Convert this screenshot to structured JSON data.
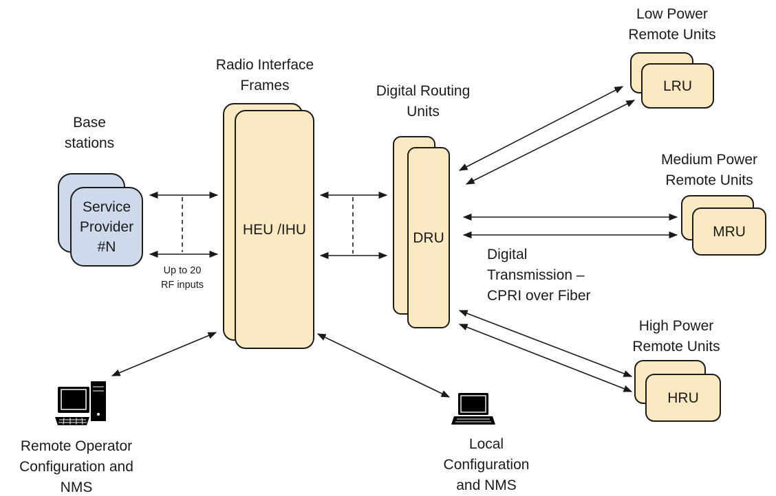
{
  "labels": {
    "base_stations": "Base\nstations",
    "radio_interface_frames": "Radio Interface\nFrames",
    "digital_routing_units": "Digital Routing\nUnits",
    "low_power": "Low Power\nRemote Units",
    "medium_power": "Medium Power\nRemote Units",
    "high_power": "High Power\nRemote Units",
    "rf_inputs": "Up to 20\nRF inputs",
    "digital_transmission": "Digital\nTransmission –\nCPRI over Fiber",
    "remote_operator": "Remote Operator\nConfiguration and\nNMS",
    "local_config": "Local\nConfiguration\nand NMS"
  },
  "boxes": {
    "service_provider": "Service\nProvider\n#N",
    "heu_ihu": "HEU /IHU",
    "dru": "DRU",
    "lru": "LRU",
    "mru": "MRU",
    "hru": "HRU"
  },
  "icons": {
    "remote_terminal": "desktop-computer-icon",
    "local_terminal": "laptop-icon"
  },
  "colors": {
    "unit_fill": "#fbe9c2",
    "base_station_fill": "#ced9ec",
    "stroke": "#1a1a1a"
  }
}
